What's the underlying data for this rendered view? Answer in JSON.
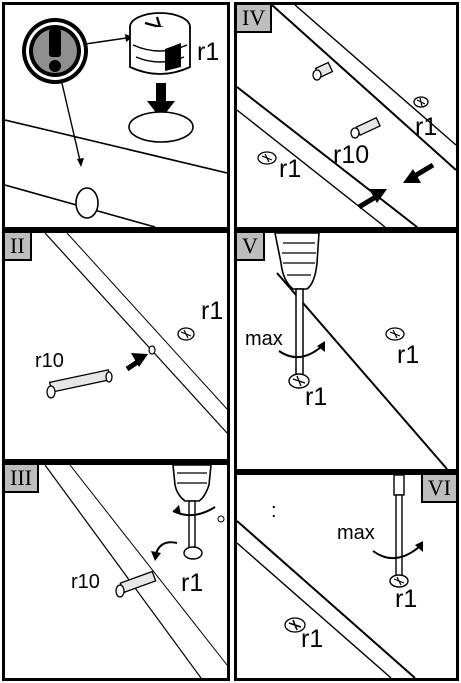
{
  "steps": {
    "intro": {
      "part_label": "r1"
    },
    "ii": {
      "badge": "II",
      "part_label_r1": "r1",
      "part_label_r10": "r10"
    },
    "iii": {
      "badge": "III",
      "part_label_r1": "r1",
      "part_label_r10": "r10"
    },
    "iv": {
      "badge": "IV",
      "part_label_r1_a": "r1",
      "part_label_r1_b": "r1",
      "part_label_r10": "r10"
    },
    "v": {
      "badge": "V",
      "part_label_r1_a": "r1",
      "part_label_r1_b": "r1",
      "torque_label": "max"
    },
    "vi": {
      "badge": "VI",
      "part_label_r1_a": "r1",
      "part_label_r1_b": "r1",
      "torque_label": "max",
      "mark": ":"
    }
  },
  "colors": {
    "ink": "#000000",
    "badge_fill": "#bdbdbd",
    "metal": "#e6e6e6",
    "paper": "#ffffff"
  },
  "icons": [
    "warning-exclamation-icon",
    "cam-lock-r1-icon",
    "dowel-r10-icon",
    "screwdriver-icon",
    "rotation-arrow-icon",
    "direction-arrow-icon"
  ]
}
